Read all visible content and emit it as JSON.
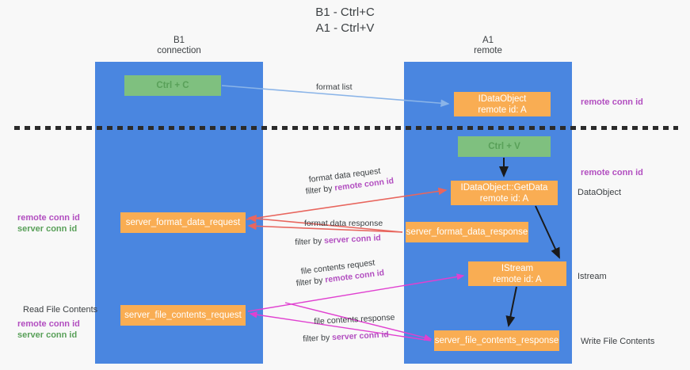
{
  "title": "B1 - Ctrl+C\nA1 - Ctrl+V",
  "columns": {
    "left": "B1\nconnection",
    "right": "A1\nremote"
  },
  "nodes": {
    "ctrl_c": "Ctrl + C",
    "idataobject": "IDataObject\nremote id: A",
    "ctrl_v": "Ctrl + V",
    "getdata": "IDataObject::GetData\nremote id: A",
    "server_format_data_request": "server_format_data_request",
    "server_format_data_response": "server_format_data_response",
    "istream": "IStream\nremote id: A",
    "server_file_contents_request": "server_file_contents_request",
    "server_file_contents_response": "server_file_contents_response"
  },
  "edge_labels": {
    "format_list": "format list",
    "format_data_request": "format data request",
    "filter_by_prefix": "filter by ",
    "remote_conn_id": "remote conn id",
    "server_conn_id": "server conn id",
    "format_data_response": "format data response",
    "file_contents_request": "file contents request",
    "file_contents_response": "file contents response"
  },
  "annotations": {
    "remote_conn_id": "remote conn id",
    "server_conn_id": "server conn id",
    "dataobject": "DataObject",
    "istream": "Istream",
    "read_file_contents": "Read File Contents",
    "write_file_contents": "Write File Contents"
  },
  "colors": {
    "lane": "#4a86e0",
    "node_green": "#7fc07f",
    "node_orange": "#f9ad53",
    "purple_text": "#b24ec0",
    "green_text": "#59a059",
    "background": "#f8f8f8",
    "divider": "#2b2b2b",
    "arrow_blue": "#8ab4e8",
    "arrow_red": "#e8665e",
    "arrow_magenta": "#e040d0",
    "arrow_black": "#1a1a1a"
  }
}
